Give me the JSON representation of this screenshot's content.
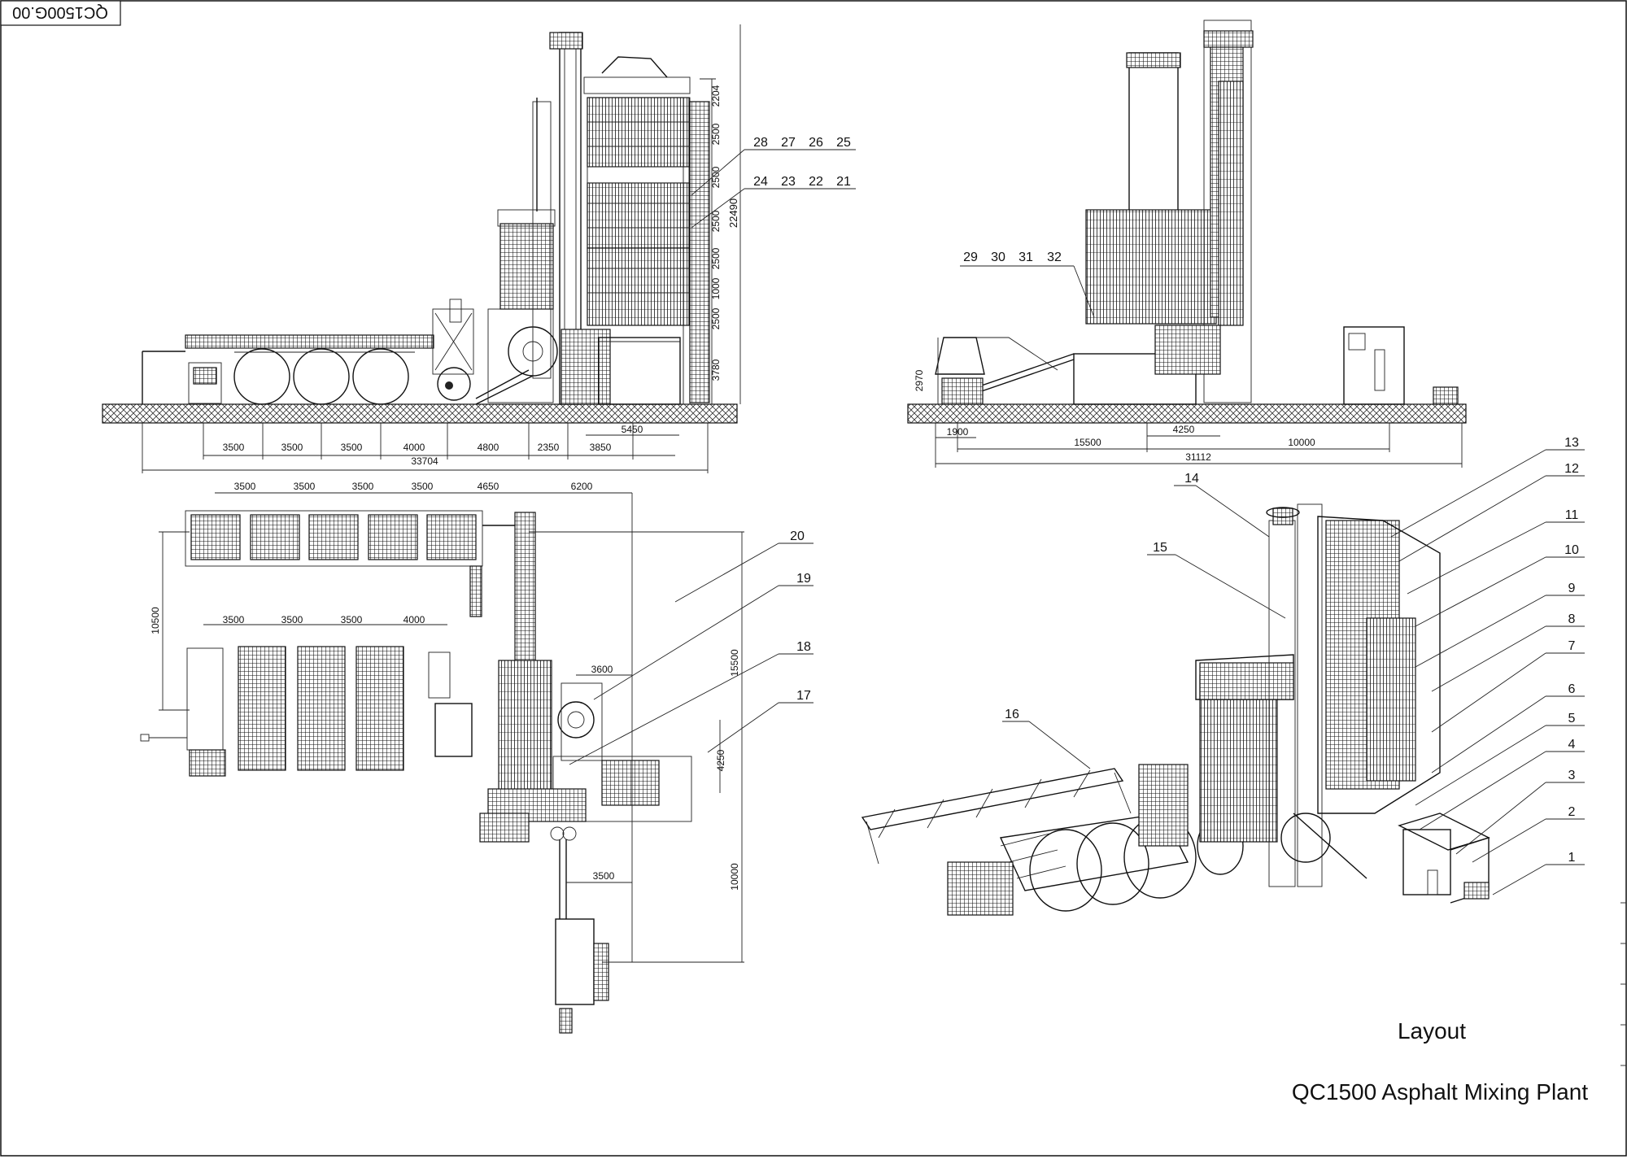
{
  "drawing_code": "QC1500G.00",
  "sheet_title": "Layout",
  "product_title": "QC1500 Asphalt Mixing Plant",
  "front_view": {
    "height_dims": [
      "2204",
      "2500",
      "2500",
      "2500",
      "2500",
      "1000",
      "2500",
      "3780"
    ],
    "total_height": "22490",
    "bottom_dims": [
      "3500",
      "3500",
      "3500",
      "4000",
      "4800",
      "2350",
      "3850"
    ],
    "span_dim": "5450",
    "total_length": "33704",
    "callouts_row1": [
      "28",
      "27",
      "26",
      "25"
    ],
    "callouts_row2": [
      "24",
      "23",
      "22",
      "21"
    ]
  },
  "side_view": {
    "height_dim": "2970",
    "dims": [
      "1900",
      "4250",
      "15500",
      "10000"
    ],
    "total_length": "31112",
    "callouts": [
      "29",
      "30",
      "31",
      "32"
    ]
  },
  "plan_view": {
    "top_dims": [
      "3500",
      "3500",
      "3500",
      "3500",
      "4650",
      "6200"
    ],
    "tank_dims": [
      "3500",
      "3500",
      "3500",
      "4000"
    ],
    "left_dim": "10500",
    "right_dims": [
      "15500",
      "4250",
      "10000"
    ],
    "inner_dims": [
      "3600",
      "3500"
    ],
    "callouts": [
      "20",
      "19",
      "18",
      "17"
    ]
  },
  "iso_view": {
    "callouts_right": [
      "13",
      "12",
      "11",
      "10",
      "9",
      "8",
      "7",
      "6",
      "5",
      "4",
      "3",
      "2",
      "1"
    ],
    "callouts_left": [
      "14",
      "15",
      "16"
    ]
  }
}
